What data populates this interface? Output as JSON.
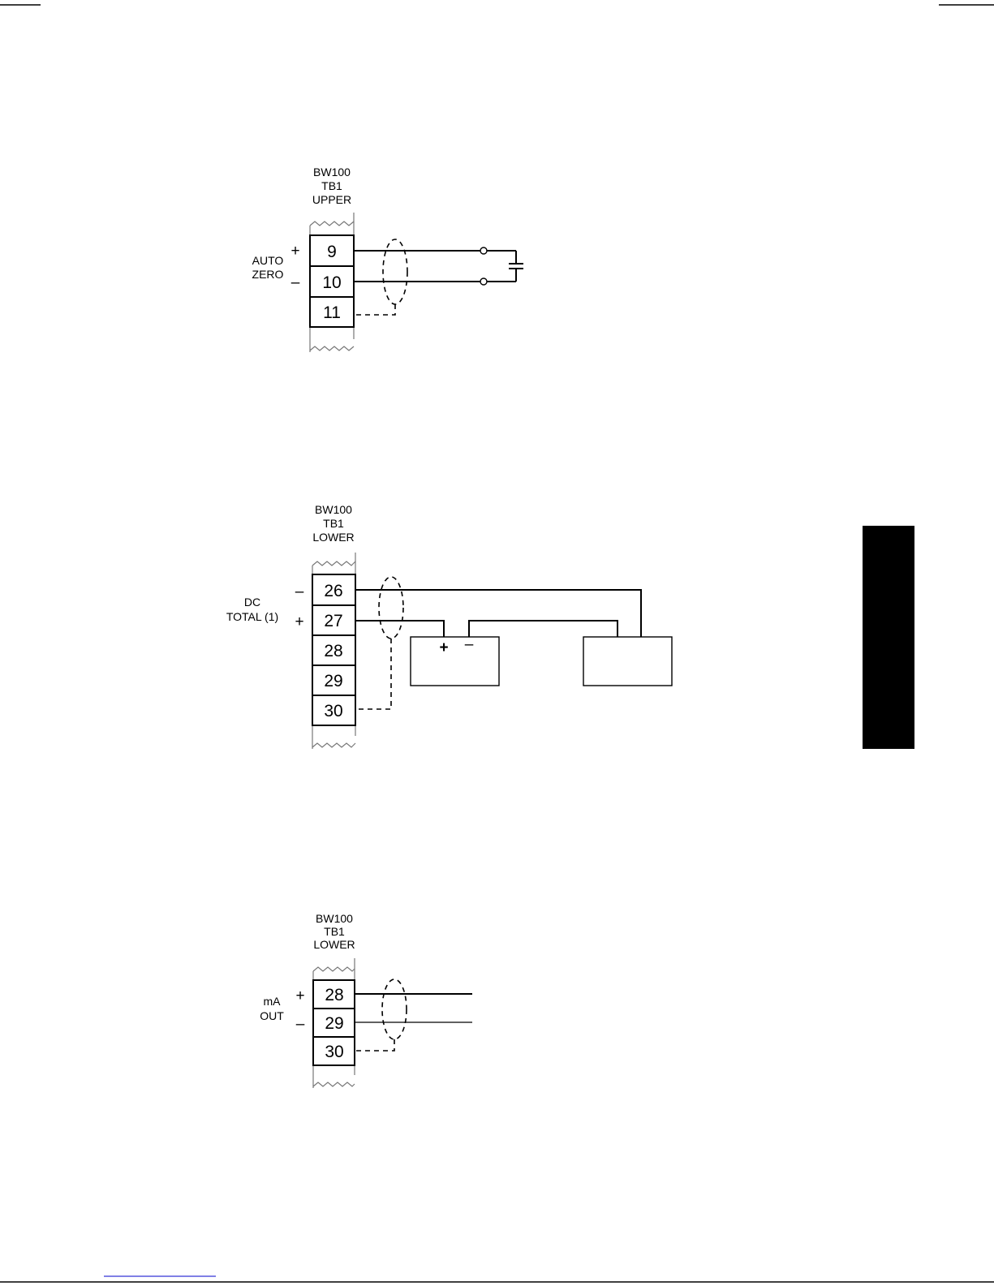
{
  "diagram1": {
    "header": [
      "BW100",
      "TB1",
      "UPPER"
    ],
    "side_label": [
      "AUTO",
      "ZERO"
    ],
    "signs": [
      "+",
      "–"
    ],
    "terminals": [
      "9",
      "10",
      "11"
    ]
  },
  "diagram2": {
    "header": [
      "BW100",
      "TB1",
      "LOWER"
    ],
    "side_label": [
      "DC",
      "TOTAL (1)"
    ],
    "signs": [
      "–",
      "+"
    ],
    "terminals": [
      "26",
      "27",
      "28",
      "29",
      "30"
    ],
    "device_signs": [
      "+",
      "–"
    ]
  },
  "diagram3": {
    "header": [
      "BW100",
      "TB1",
      "LOWER"
    ],
    "side_label": [
      "mA",
      "OUT"
    ],
    "signs": [
      "+",
      "–"
    ],
    "terminals": [
      "28",
      "29",
      "30"
    ]
  }
}
